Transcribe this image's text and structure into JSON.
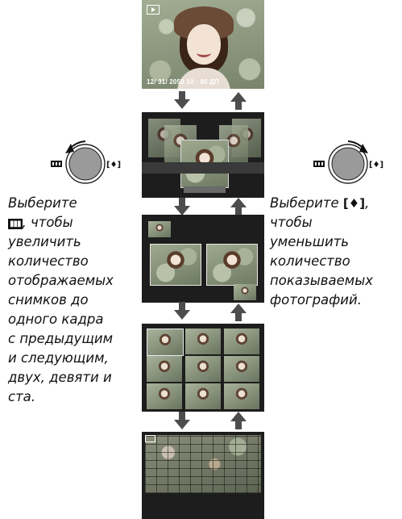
{
  "screens": {
    "main": {
      "datetime": "12/ 31/ 2050   10 : 00 ДП"
    }
  },
  "left_caption": {
    "line1": "Выберите",
    "glyph": "▮▮▮",
    "line2_rest": ", чтобы",
    "line3": "увеличить",
    "line4": "количество",
    "line5": "отображаемых",
    "line6": "снимков до",
    "line7": "одного кадра",
    "line8": "с предыдущим",
    "line9": "и следующим,",
    "line10": "двух, девяти и",
    "line11": "ста."
  },
  "right_caption": {
    "line1_prefix": "Выберите ",
    "glyph": "[♦]",
    "line1_suffix": ",",
    "line2": "чтобы",
    "line3": "уменьшить",
    "line4": "количество",
    "line5": "показываемых",
    "line6": "фотографий."
  },
  "icons": {
    "play": "playback-icon",
    "arrow_down": "arrow-down-icon",
    "arrow_up": "arrow-up-icon",
    "zoom_out": "zoom-out-icon",
    "zoom_in": "zoom-in-icon"
  }
}
